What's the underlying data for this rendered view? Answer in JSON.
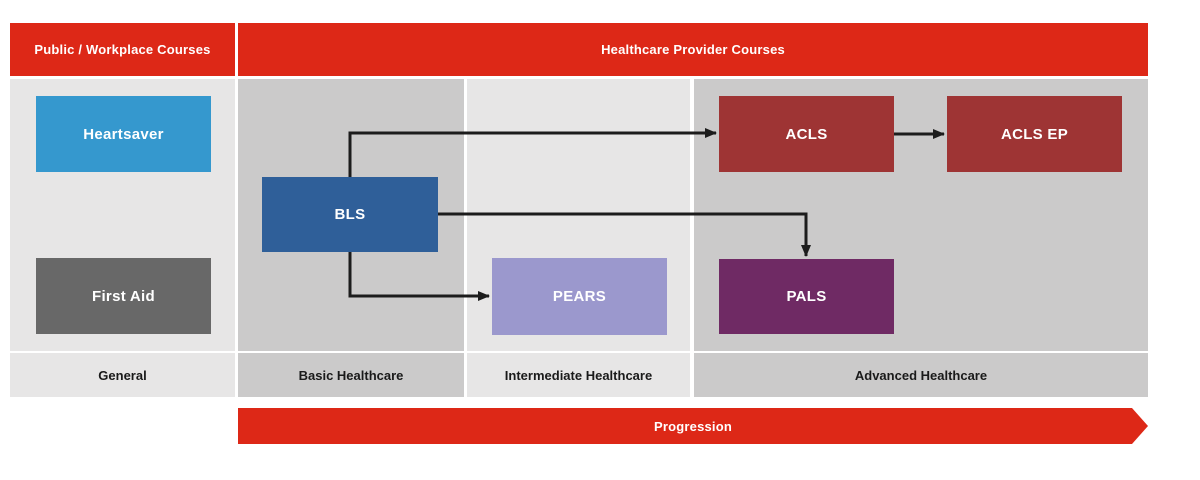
{
  "sections": {
    "public": {
      "label": "Public / Workplace Courses",
      "color": "#dd2817"
    },
    "healthcare": {
      "label": "Healthcare Provider Courses",
      "color": "#dd2817"
    }
  },
  "courses": [
    {
      "id": "heartsaver",
      "label": "Heartsaver",
      "color": "#3598ce",
      "column": "General"
    },
    {
      "id": "first-aid",
      "label": "First Aid",
      "color": "#686868",
      "column": "General"
    },
    {
      "id": "bls",
      "label": "BLS",
      "color": "#2f5f99",
      "column": "Basic Healthcare"
    },
    {
      "id": "pears",
      "label": "PEARS",
      "color": "#9b98cd",
      "column": "Intermediate Healthcare"
    },
    {
      "id": "acls",
      "label": "ACLS",
      "color": "#9e3434",
      "column": "Advanced Healthcare"
    },
    {
      "id": "acls-ep",
      "label": "ACLS EP",
      "color": "#9e3434",
      "column": "Advanced Healthcare"
    },
    {
      "id": "pals",
      "label": "PALS",
      "color": "#6f2a64",
      "column": "Advanced Healthcare"
    }
  ],
  "connections": [
    {
      "from": "BLS",
      "to": "ACLS"
    },
    {
      "from": "BLS",
      "to": "PALS"
    },
    {
      "from": "BLS",
      "to": "PEARS"
    },
    {
      "from": "ACLS",
      "to": "ACLS EP"
    }
  ],
  "categories": [
    {
      "label": "General"
    },
    {
      "label": "Basic Healthcare"
    },
    {
      "label": "Intermediate Healthcare"
    },
    {
      "label": "Advanced Healthcare"
    }
  ],
  "progression": {
    "label": "Progression",
    "color": "#dd2817"
  },
  "palette": {
    "column_light": "#e7e6e6",
    "column_dark": "#cbcaca",
    "connector_line": "#1c1c1c"
  }
}
